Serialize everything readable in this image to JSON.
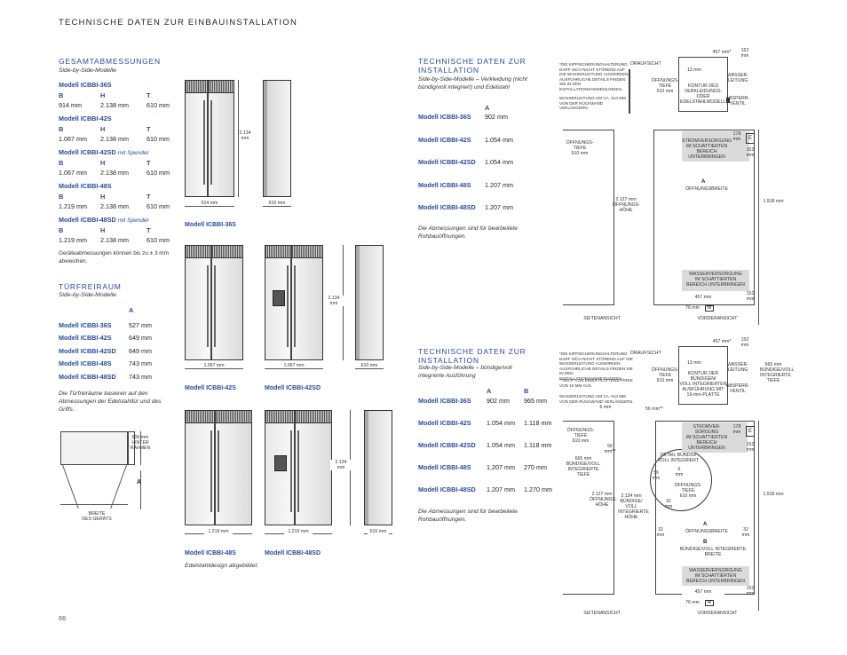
{
  "page": {
    "header": "TECHNISCHE DATEN ZUR EINBAUINSTALLATION",
    "page_number": "66"
  },
  "gesamt": {
    "title": "GESAMTABMESSUNGEN",
    "subtitle": "Side-by-Side-Modelle",
    "models": [
      {
        "name": "Modell ICBBI-36S",
        "suffix": "",
        "b": "914 mm",
        "h": "2.138 mm",
        "t": "610 mm"
      },
      {
        "name": "Modell ICBBI-42S",
        "suffix": "",
        "b": "1.067 mm",
        "h": "2.138 mm",
        "t": "610 mm"
      },
      {
        "name": "Modell ICBBI-42SD",
        "suffix": "mit Spender",
        "b": "1.067 mm",
        "h": "2.138 mm",
        "t": "610 mm"
      },
      {
        "name": "Modell ICBBI-48S",
        "suffix": "",
        "b": "1.219 mm",
        "h": "2.138 mm",
        "t": "610 mm"
      },
      {
        "name": "Modell ICBBI-48SD",
        "suffix": "mit Spender",
        "b": "1.219 mm",
        "h": "2.138 mm",
        "t": "610 mm"
      }
    ],
    "col_b": "B",
    "col_h": "H",
    "col_t": "T",
    "note": "Geräteabmessungen können bis zu ± 3 mm abweichen."
  },
  "tuer": {
    "title": "TÜRFREIRAUM",
    "subtitle": "Side-by-Side-Modelle",
    "col_a": "A",
    "rows": [
      {
        "name": "Modell ICBBI-36S",
        "a": "527 mm"
      },
      {
        "name": "Modell ICBBI-42S",
        "a": "649 mm"
      },
      {
        "name": "Modell ICBBI-42SD",
        "a": "649 mm"
      },
      {
        "name": "Modell ICBBI-48S",
        "a": "743 mm"
      },
      {
        "name": "Modell ICBBI-48SD",
        "a": "743 mm"
      }
    ],
    "note": "Die Türfreiräume basieren auf den Abmessungen der Edelstahltür und des Griffs.",
    "diagram": {
      "depth": "606 mm",
      "depth_sub": "HINTER",
      "depth_sub2": "RAHMEN",
      "a": "A",
      "width": "BREITE",
      "width_sub": "DES GERÄTS"
    }
  },
  "fridges": {
    "row1": {
      "height": "2.134",
      "height_unit": "mm",
      "width": "914 mm",
      "depth": "610 mm",
      "caption": "Modell ICBBI-36S"
    },
    "row2": {
      "height": "2.134",
      "height_unit": "mm",
      "width1": "1.067 mm",
      "width2": "1.067 mm",
      "depth": "610 mm",
      "caption1": "Modell ICBBI-42S",
      "caption2": "Modell ICBBI-42SD"
    },
    "row3": {
      "height": "2.134",
      "height_unit": "mm",
      "width1": "1.219 mm",
      "width2": "1.219 mm",
      "depth": "610 mm",
      "caption1": "Modell ICBBI-48S",
      "caption2": "Modell ICBBI-48SD"
    },
    "footnote": "Edelstahldesign abgebildet."
  },
  "inst1": {
    "title": "TECHNISCHE DATEN ZUR INSTALLATION",
    "subtitle": "Side-by-Side-Modelle – Verkleidung (nicht bündig/voll integriert) und Edelstahl",
    "col_a": "A",
    "rows": [
      {
        "name": "Modell ICBBI-36S",
        "a": "902 mm"
      },
      {
        "name": "Modell ICBBI-42S",
        "a": "1.054 mm"
      },
      {
        "name": "Modell ICBBI-42SD",
        "a": "1.054 mm"
      },
      {
        "name": "Modell ICBBI-48S",
        "a": "1.207 mm"
      },
      {
        "name": "Modell ICBBI-48SD",
        "a": "1.207 mm"
      }
    ],
    "note": "Die Abmessungen sind für bearbeitete Rohbauöffnungen."
  },
  "inst2": {
    "title": "TECHNISCHE DATEN ZUR INSTALLATION",
    "subtitle": "Side-by-Side-Modelle – bündige/voll integrierte Ausführung",
    "col_a": "A",
    "col_b": "B",
    "rows": [
      {
        "name": "Modell ICBBI-36S",
        "a": "902 mm",
        "b": "965 mm"
      },
      {
        "name": "Modell ICBBI-42S",
        "a": "1.054 mm",
        "b": "1.118 mm"
      },
      {
        "name": "Modell ICBBI-42SD",
        "a": "1.054 mm",
        "b": "1.118 mm"
      },
      {
        "name": "Modell ICBBI-48S",
        "a": "1.207 mm",
        "b": "270 mm"
      },
      {
        "name": "Modell ICBBI-48SD",
        "a": "1.207 mm",
        "b": "1.270 mm"
      }
    ],
    "note": "Die Abmessungen sind für bearbeitete Rohbauöffnungen."
  },
  "diag1": {
    "note1": "*DIE KIPPSICHERUNGHALTERUNG DARF SICH NICHT STÖREND AUF DIE WASSERLEITUNG AUSWIRKEN. AUSFÜHRLICHE DETAILS FINDEN SIE IN DEN INSTALLATIONSANWEISUNGEN.",
    "note2": "WASSERLEITUNG UM CA. 914 MM VON DER RÜCKWAND VERLÄNGERN.",
    "draufsicht": "DRAUFSICHT",
    "d457": "457 mm*",
    "d152a": "152",
    "d152b": "mm",
    "d13": "13 mm",
    "tiefe": "ÖFFNUNGS-\nTIEFE\n610 mm",
    "kontur": "KONTUR DES\nVERKLEIDUNGS-\nODER\nEDELSTAHLMODELLS",
    "wasser": "WASSER-\nLEITUNG",
    "absperr": "ABSPERR-\nVENTIL",
    "tiefe2": "ÖFFNUNGS-\nTIEFE\n610 mm",
    "strom": "STROMVERSORGUNG\nIM SCHATTIERTEN\nBEREICH\nUNTERBRINGEN",
    "d178": "178\nmm",
    "d152c": "152\nmm",
    "e": "E",
    "hoehe": "2.127 mm\nÖFFNUNGS-\nHÖHE",
    "a": "A",
    "breite": "ÖFFNUNGSBREITE",
    "d1918": "1.918 mm",
    "wasserv": "WASSERVERSORGUNG\nIM SCHATTIERTEN\nBEREICH UNTERBRINGEN",
    "d457b": "457 mm",
    "d152d": "152\nmm",
    "d76": "76 mm",
    "w": "W",
    "seite": "SEITENANSICHT",
    "vorder": "VORDERANSICHT"
  },
  "diag2": {
    "note1": "*DIE KIPPSICHERUNGHALTERUNG DARF SICH NICHT STÖREND AUF DIE WASSERLEITUNG AUSWIRKEN. AUSFÜHRLICHE DETAILS FINDEN SIE IN DEN INSTALLATIONSANWEISUNGEN.",
    "note2": "**GEHT VON EINER PLATTENSTÄRKE VON 19 MM AUS.",
    "note3": "WASSERLEITUNG UM CA. 914 MM VON DER RÜCKWAND VERLÄNGERN.",
    "draufsicht": "DRAUFSICHT",
    "d457": "457 mm*",
    "d152": "152\nmm",
    "d13": "13 mm",
    "tiefe": "ÖFFNUNGS-\nTIEFE\n610 mm",
    "kontur": "KONTUR DER\nBÜNDIGEN/\nVOLL INTEGRIERTEN\nAUSFÜHRUNG MIT\n19-mm-PLATTE",
    "wasser": "WASSER-\nLEITUNG",
    "absperr": "ABSPERR-\nVENTIL",
    "d665": "665 mm\nBÜNDIGE/VOLL\nINTEGRIERTE\nTIEFE",
    "d6": "6 mm",
    "d56": "56 mm**",
    "tiefe2": "ÖFFNUNGS-\nTIEFE\n610 mm",
    "d56b": "56\nmm**",
    "d665b": "665 mm\nBÜNDIGE/VOLL\nINTEGRIERTE\nTIEFE",
    "detail": "DETAIL BÜNDIG/\nVOLL INTEGRIERT",
    "d6b": "6\nmm",
    "d56c": "56\nmm",
    "tiefe3": "ÖFFNUNGS-\nTIEFE\n610 mm",
    "d32": "32\nmm",
    "hoehe": "2.127 mm\nÖFFNUNGS-\nHÖHE",
    "hoehe2": "2.134 mm\nBÜNDIGE/\nVOLL\nINTEGRIERTE\nHÖHE",
    "strom": "STROMVER-\nSORGUNG\nIM SCHATTIERTEN\nBEREICH\nUNTERBRINGEN",
    "d178": "178\nmm",
    "d152b": "152\nmm",
    "e": "E",
    "d32b": "32\nmm",
    "d32c": "32\nmm",
    "a": "A",
    "breite": "ÖFFNUNGSBREITE",
    "b": "B",
    "breite2": "BÜNDIGE/VOLL INTEGRIERTE BREITE",
    "d1918": "1.918 mm",
    "wasserv": "WASSERVERSORGUNG\nIM SCHATTIERTEN\nBEREICH UNTERBRINGEN",
    "d457b": "457 mm",
    "d152c": "152\nmm",
    "d76": "76 mm",
    "w": "W",
    "seite": "SEITENANSICHT",
    "vorder": "VORDERANSICHT"
  }
}
